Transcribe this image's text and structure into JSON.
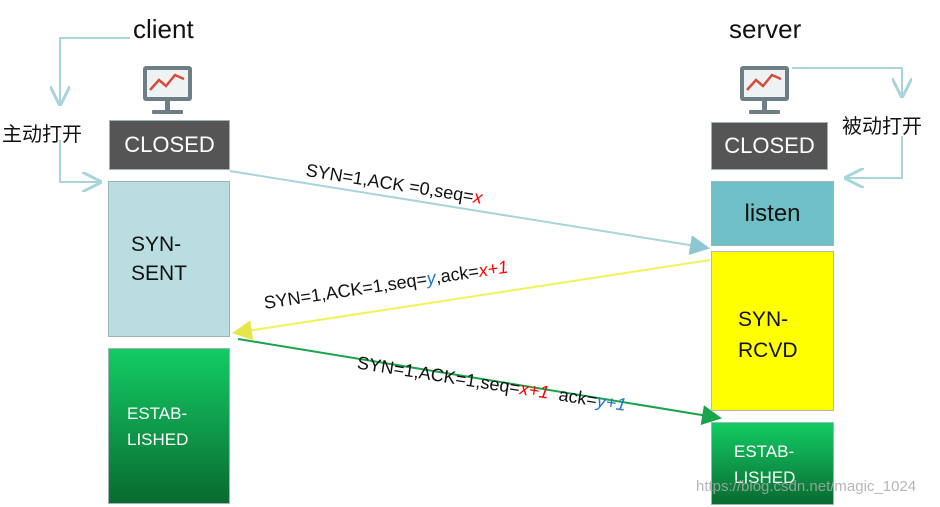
{
  "client": {
    "title": "client",
    "open_label": "主动打开"
  },
  "server": {
    "title": "server",
    "open_label": "被动打开"
  },
  "client_states": {
    "closed": "CLOSED",
    "syn_sent": "SYN-\nSENT",
    "established": "ESTAB-\nLISHED"
  },
  "server_states": {
    "closed": "CLOSED",
    "listen": "listen",
    "syn_rcvd": "SYN-\nRCVD",
    "established": "ESTAB-\nLISHED"
  },
  "messages": {
    "m1": {
      "prefix": "SYN=1,ACK =0,seq=",
      "seq": "x"
    },
    "m2": {
      "prefix": "SYN=1,ACK=1,seq=",
      "seq": "y",
      "mid": ",ack=",
      "ack": "x+1"
    },
    "m3": {
      "prefix": "SYN=1,ACK=1,seq=",
      "seq": "x+1",
      "mid": "  ack=",
      "ack": "y+1"
    }
  },
  "colors": {
    "closed": "#555555",
    "syn_sent": "#b9dde0",
    "listen": "#6fbfc7",
    "syn_rcvd": "#ffff00",
    "established": "#0fa04e",
    "arrow_syn": "#a8d4dc",
    "arrow_synack": "#f2f25a",
    "arrow_ack": "#19a34a",
    "highlight_red": "#ff0000",
    "highlight_blue": "#1f78c8"
  },
  "watermark": "https://blog.csdn.net/magic_1024"
}
